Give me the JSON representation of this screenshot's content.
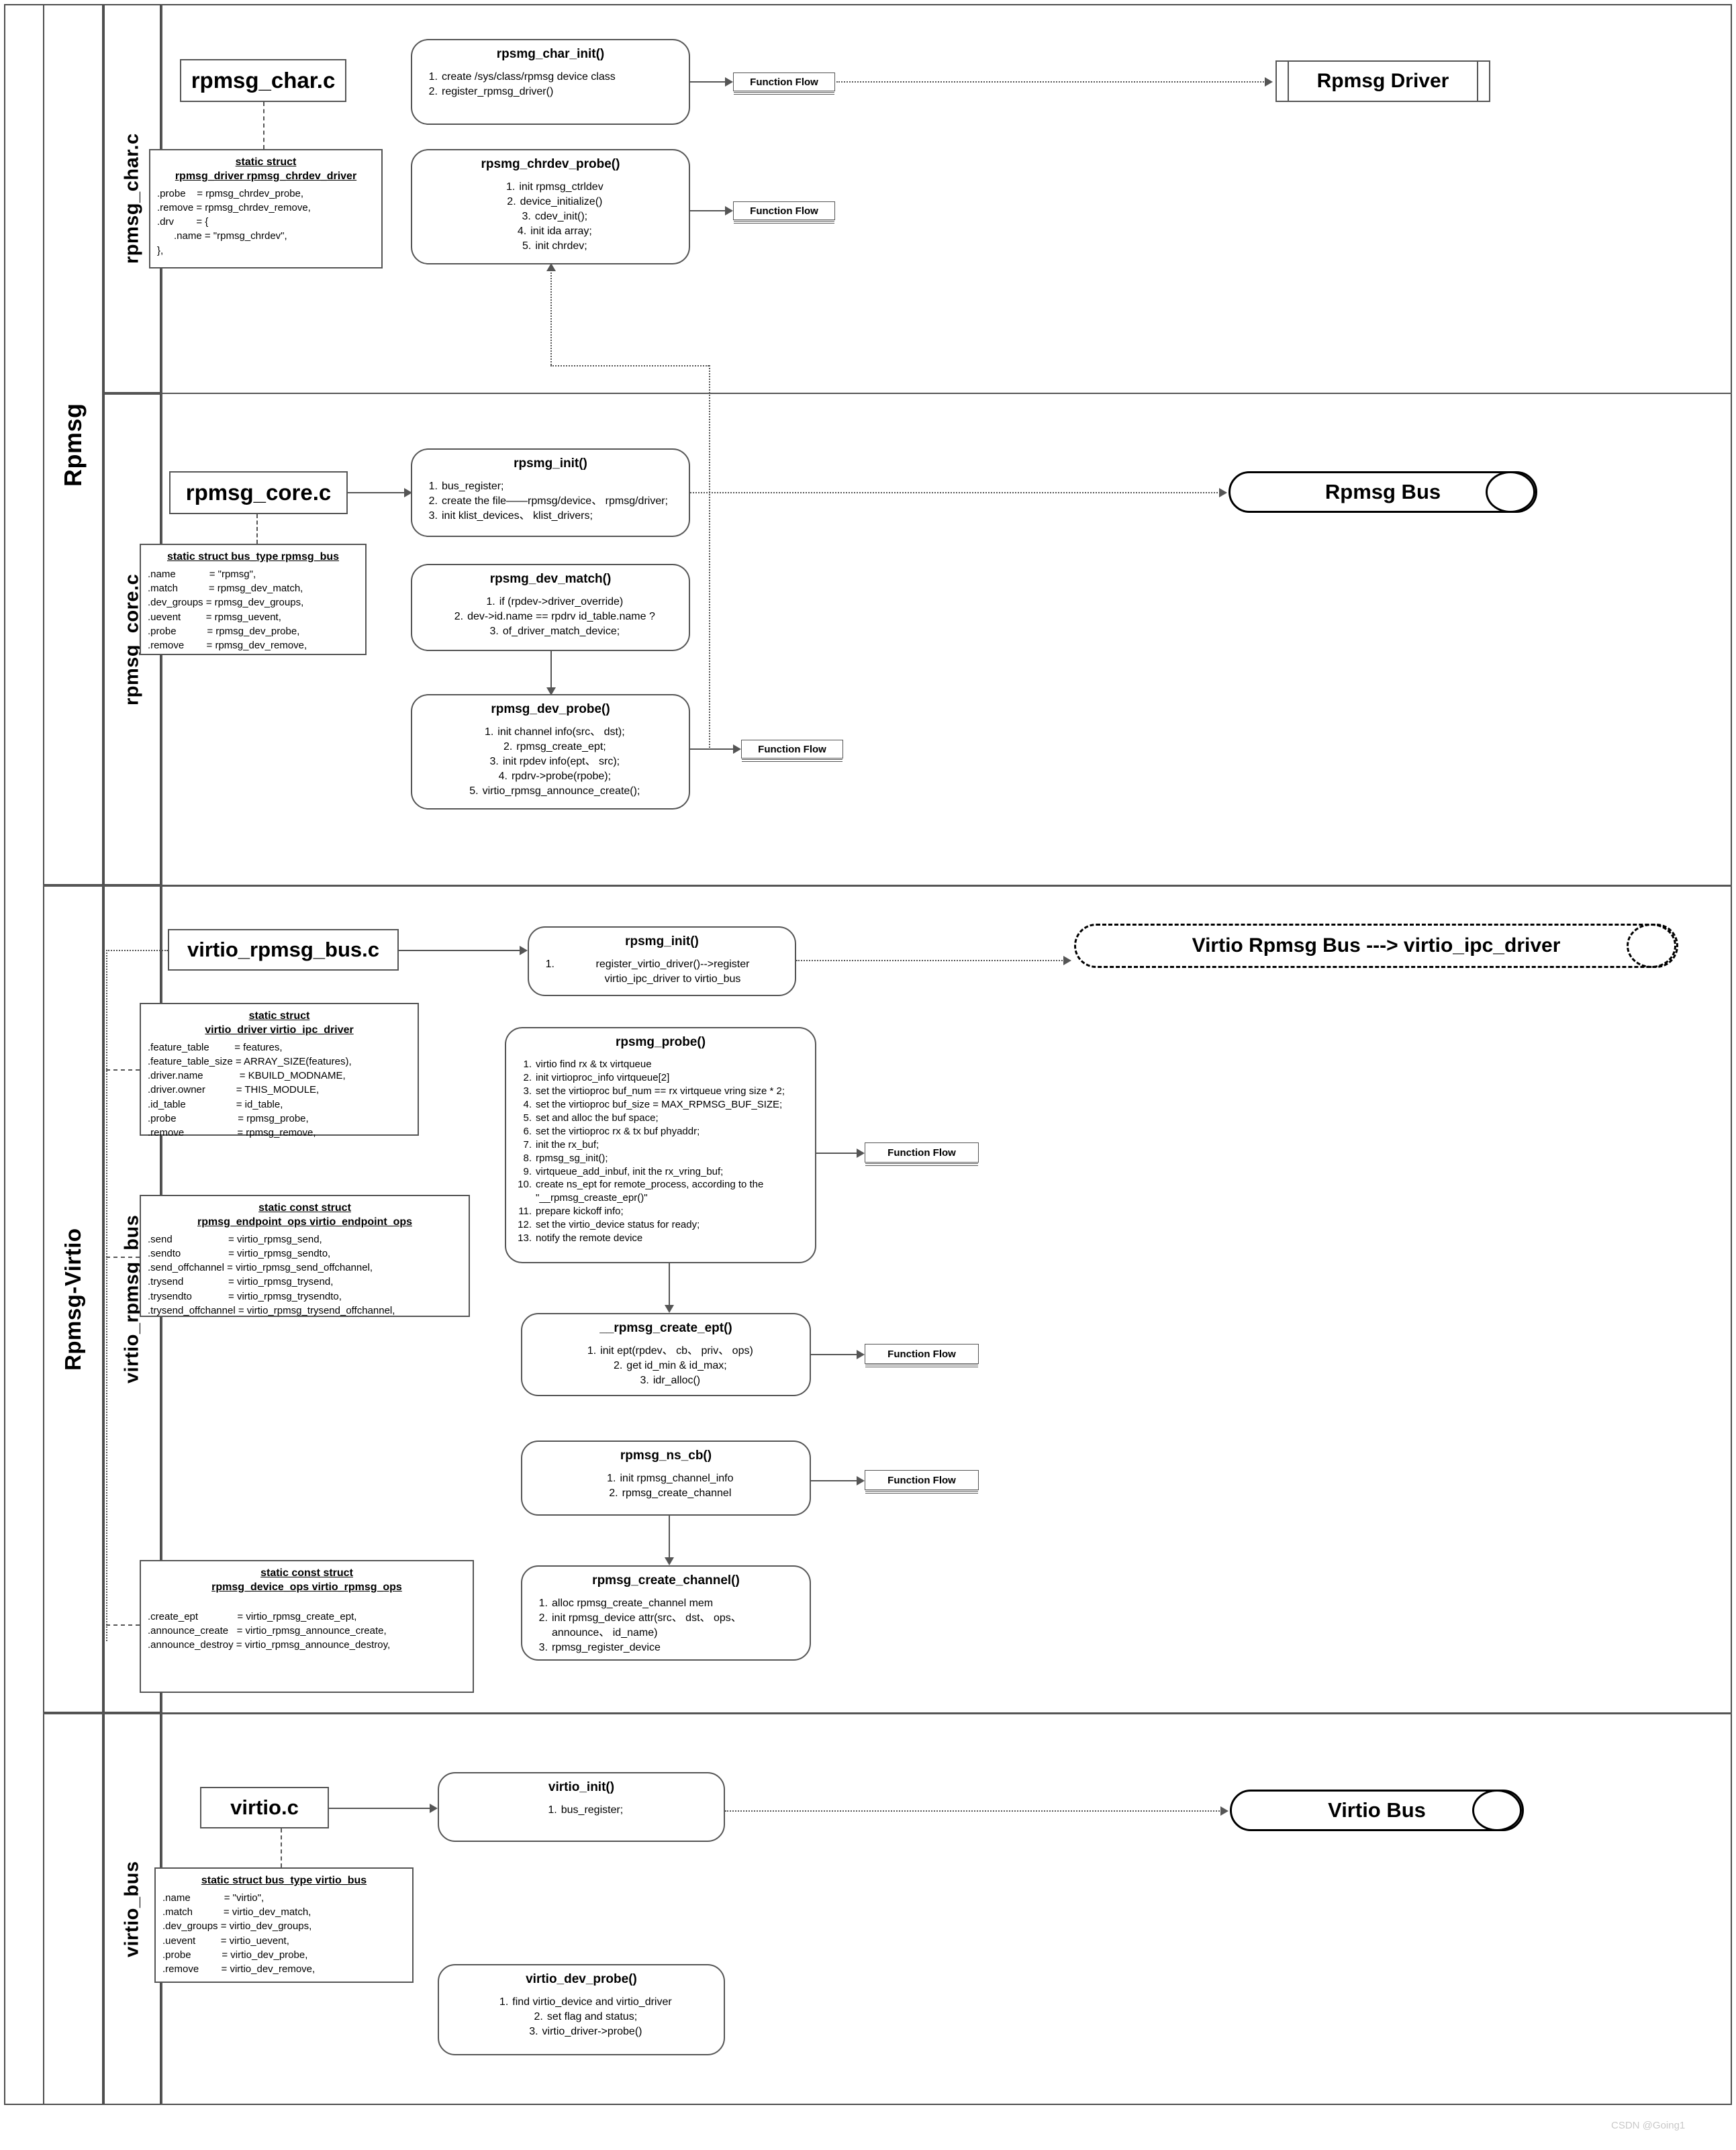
{
  "watermark": "CSDN @Going1",
  "lanes": {
    "rpmsg": "Rpmsg",
    "rpmsg_virtio": "Rpmsg-Virtio",
    "rpmsg_char_c": "rpmsg_char.c",
    "rpmsg_core_c": "rpmsg_core.c",
    "virtio_rpmsg_bus": "virtio_rpmsg_bus",
    "virtio_bus": "virtio_bus"
  },
  "flow_tag": "Function Flow",
  "files": {
    "rpmsg_char": "rpmsg_char.c",
    "rpmsg_core": "rpmsg_core.c",
    "virtio_rpmsg_bus": "virtio_rpmsg_bus.c",
    "virtio": "virtio.c"
  },
  "buses": {
    "rpmsg_driver": "Rpmsg Driver",
    "rpmsg_bus": "Rpmsg Bus",
    "virtio_rpmsg_bus": "Virtio Rpmsg Bus ---> virtio_ipc_driver",
    "virtio_bus": "Virtio Bus"
  },
  "functions": {
    "rpsmg_char_init": {
      "title": "rpsmg_char_init()",
      "steps": [
        "create /sys/class/rpmsg device class",
        "register_rpmsg_driver()"
      ]
    },
    "rpsmg_chrdev_probe": {
      "title": "rpsmg_chrdev_probe()",
      "steps": [
        "init rpmsg_ctrldev",
        "device_initialize()",
        "cdev_init();",
        "init ida array;",
        "init chrdev;"
      ]
    },
    "rpsmg_init_core": {
      "title": "rpsmg_init()",
      "steps": [
        "bus_register;",
        "create the file——rpmsg/device、 rpmsg/driver;",
        "init klist_devices、 klist_drivers;"
      ]
    },
    "rpsmg_dev_match": {
      "title": "rpsmg_dev_match()",
      "steps": [
        "if (rpdev->driver_override)",
        "dev->id.name == rpdrv id_table.name ?",
        "of_driver_match_device;"
      ]
    },
    "rpmsg_dev_probe": {
      "title": "rpmsg_dev_probe()",
      "steps": [
        "init channel info(src、 dst);",
        "rpmsg_create_ept;",
        "init rpdev info(ept、 src);",
        "rpdrv->probe(rpobe);",
        "virtio_rpmsg_announce_create();"
      ]
    },
    "rpsmg_init_virtio": {
      "title": "rpsmg_init()",
      "steps": [
        "register_virtio_driver()-->register virtio_ipc_driver to virtio_bus"
      ]
    },
    "rpsmg_probe": {
      "title": "rpsmg_probe()",
      "steps": [
        "virtio find rx & tx virtqueue",
        "init virtioproc_info virtqueue[2]",
        "set the virtioproc buf_num == rx virtqueue vring size * 2;",
        "set the virtioproc buf_size = MAX_RPMSG_BUF_SIZE;",
        "set and alloc the buf space;",
        "set the virtioproc rx & tx buf phyaddr;",
        "init the rx_buf;",
        "rpmsg_sg_init();",
        "virtqueue_add_inbuf, init the rx_vring_buf;",
        "create ns_ept for remote_process, according to the \"__rpmsg_creaste_epr()\"",
        "prepare kickoff info;",
        "set the virtio_device status for ready;",
        "notify the remote device"
      ]
    },
    "__rpmsg_create_ept": {
      "title": "__rpmsg_create_ept()",
      "steps": [
        "init ept(rpdev、 cb、 priv、 ops)",
        "get id_min & id_max;",
        "idr_alloc()"
      ]
    },
    "rpmsg_ns_cb": {
      "title": "rpmsg_ns_cb()",
      "steps": [
        "init rpmsg_channel_info",
        "rpmsg_create_channel"
      ]
    },
    "rpmsg_create_channel": {
      "title": "rpmsg_create_channel()",
      "steps": [
        "alloc rpmsg_create_channel mem",
        "init rpmsg_device attr(src、 dst、 ops、 announce、 id_name)",
        "rpmsg_register_device"
      ]
    },
    "virtio_init": {
      "title": "virtio_init()",
      "steps": [
        "bus_register;"
      ]
    },
    "virtio_dev_probe": {
      "title": "virtio_dev_probe()",
      "steps": [
        "find virtio_device and virtio_driver",
        "set flag and status;",
        "virtio_driver->probe()"
      ]
    }
  },
  "structs": {
    "rpmsg_chrdev_driver": {
      "title_line1": "static struct ",
      "title_line2": "rpmsg_driver rpmsg_chrdev_driver",
      "rows": [
        {
          "k": ".probe    ",
          "v": "= rpmsg_chrdev_probe,"
        },
        {
          "k": ".remove ",
          "v": "= rpmsg_chrdev_remove,"
        },
        {
          "k": ".drv        ",
          "v": "= {"
        },
        {
          "k": "      .name ",
          "v": "= \"rpmsg_chrdev\","
        },
        {
          "k": "},",
          "v": ""
        }
      ]
    },
    "rpmsg_bus": {
      "title_line1": "static struct bus_type rpmsg_bus",
      "title_line2": "",
      "rows": [
        {
          "k": ".name            ",
          "v": "= \"rpmsg\","
        },
        {
          "k": ".match           ",
          "v": "= rpmsg_dev_match,"
        },
        {
          "k": ".dev_groups ",
          "v": "= rpmsg_dev_groups,"
        },
        {
          "k": ".uevent         ",
          "v": "= rpmsg_uevent,"
        },
        {
          "k": ".probe           ",
          "v": "= rpmsg_dev_probe,"
        },
        {
          "k": ".remove        ",
          "v": "= rpmsg_dev_remove,"
        }
      ]
    },
    "virtio_ipc_driver": {
      "title_line1": "static struct ",
      "title_line2": "virtio_driver virtio_ipc_driver",
      "rows": [
        {
          "k": ".feature_table         ",
          "v": "= features,"
        },
        {
          "k": ".feature_table_size ",
          "v": "= ARRAY_SIZE(features),"
        },
        {
          "k": ".driver.name             ",
          "v": "= KBUILD_MODNAME,"
        },
        {
          "k": ".driver.owner           ",
          "v": "= THIS_MODULE,"
        },
        {
          "k": ".id_table                  ",
          "v": "= id_table,"
        },
        {
          "k": ".probe                      ",
          "v": "= rpmsg_probe,"
        },
        {
          "k": ".remove                   ",
          "v": "= rpmsg_remove,"
        }
      ]
    },
    "virtio_endpoint_ops": {
      "title_line1": "static const struct ",
      "title_line2": "rpmsg_endpoint_ops virtio_endpoint_ops",
      "rows": [
        {
          "k": ".send                    ",
          "v": "= virtio_rpmsg_send,"
        },
        {
          "k": ".sendto                 ",
          "v": "= virtio_rpmsg_sendto,"
        },
        {
          "k": ".send_offchannel ",
          "v": "= virtio_rpmsg_send_offchannel,"
        },
        {
          "k": ".trysend                ",
          "v": "= virtio_rpmsg_trysend,"
        },
        {
          "k": ".trysendto             ",
          "v": "= virtio_rpmsg_trysendto,"
        },
        {
          "k": ".trysend_offchannel ",
          "v": "= virtio_rpmsg_trysend_offchannel,"
        }
      ]
    },
    "virtio_rpmsg_ops": {
      "title_line1": "static const struct ",
      "title_line2": "rpmsg_device_ops virtio_rpmsg_ops",
      "rows": [
        {
          "k": ".create_ept              ",
          "v": "= virtio_rpmsg_create_ept,"
        },
        {
          "k": ".announce_create   ",
          "v": "= virtio_rpmsg_announce_create,"
        },
        {
          "k": ".announce_destroy ",
          "v": "= virtio_rpmsg_announce_destroy,"
        }
      ]
    },
    "virtio_bus": {
      "title_line1": "static struct bus_type virtio_bus",
      "title_line2": "",
      "rows": [
        {
          "k": ".name            ",
          "v": "= \"virtio\","
        },
        {
          "k": ".match           ",
          "v": "= virtio_dev_match,"
        },
        {
          "k": ".dev_groups ",
          "v": "= virtio_dev_groups,"
        },
        {
          "k": ".uevent         ",
          "v": "= virtio_uevent,"
        },
        {
          "k": ".probe           ",
          "v": "= virtio_dev_probe,"
        },
        {
          "k": ".remove        ",
          "v": "= virtio_dev_remove,"
        }
      ]
    }
  }
}
